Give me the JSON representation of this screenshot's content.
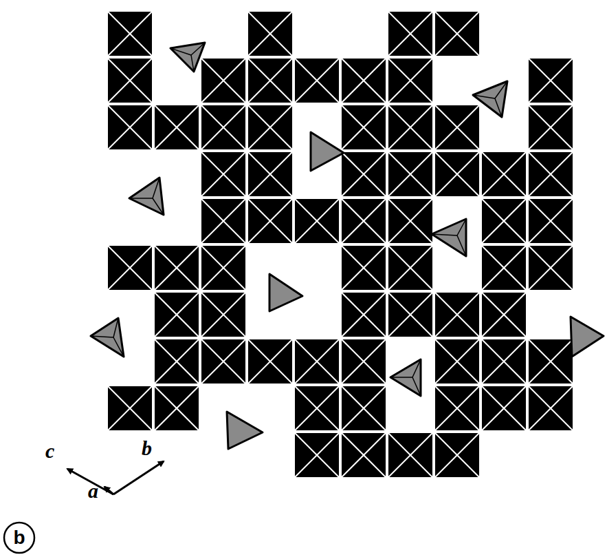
{
  "diagram": {
    "labels": [
      "c",
      "b",
      "a",
      "b"
    ]
  }
}
